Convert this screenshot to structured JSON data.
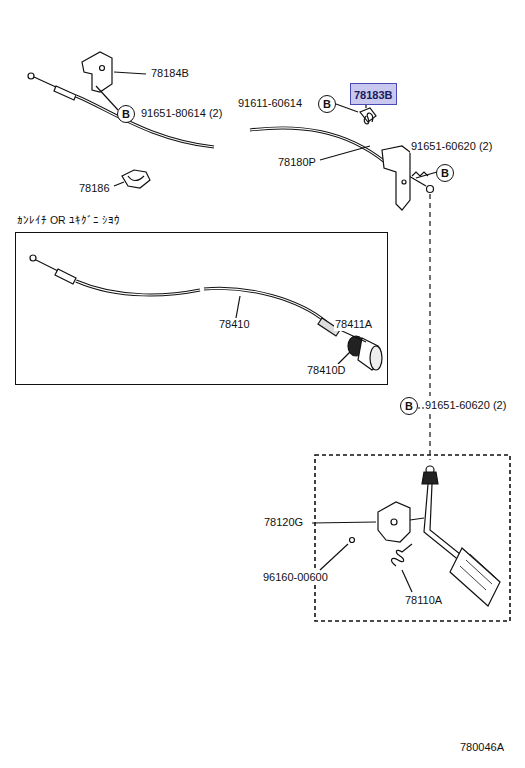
{
  "diagram": {
    "nodes": [
      {
        "text": [
          "B"
        ]
      },
      {
        "text": [
          "B"
        ]
      },
      {
        "text": [
          "78183B"
        ]
      },
      {
        "text": [
          "B"
        ]
      },
      {
        "text": [
          "ｶﾝﾚｲﾁ OR ﾕｷｸﾞﾆ ｼﾖｳ"
        ]
      },
      {
        "text": [
          "B"
        ]
      }
    ],
    "labels": [
      "78184B",
      "91651-80614 (2)",
      "91611-60614",
      "91651-60620 (2)",
      "78180P",
      "78186",
      "78410",
      "78411A",
      "78410D",
      "91651-60620 (2)",
      "78120G",
      "96160-00600",
      "78110A",
      "780046A"
    ]
  }
}
